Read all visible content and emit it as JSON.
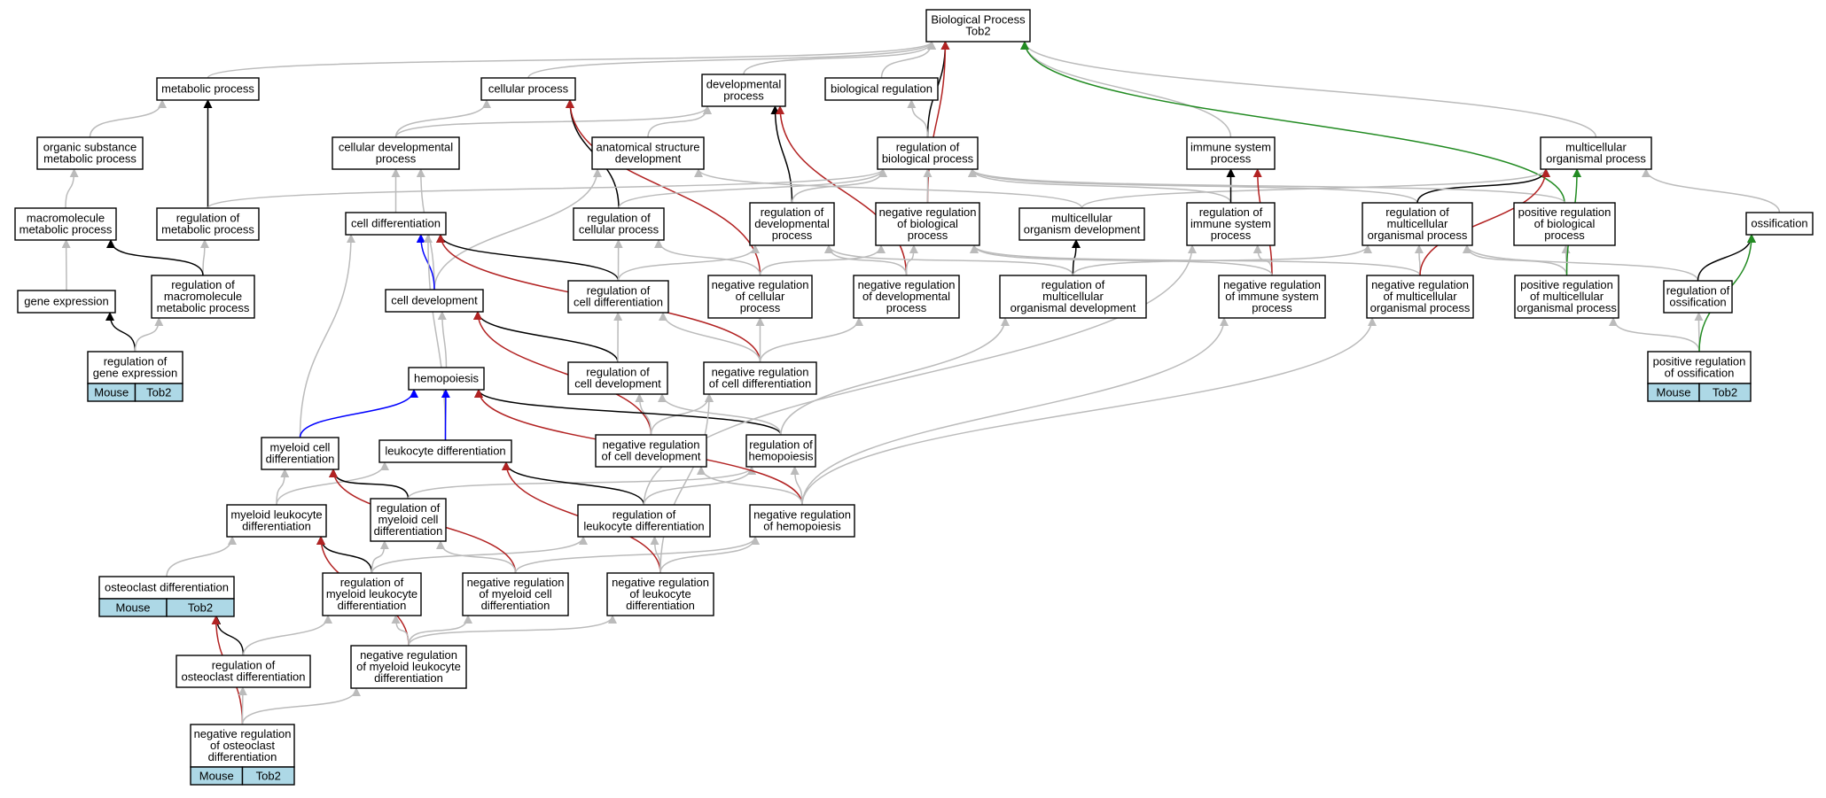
{
  "graph_title": "Biological Process Tob2",
  "colors": {
    "is_a": "#bbbbbb",
    "part_of": "#0000ff",
    "regulates": "#000000",
    "negatively_regulates": "#b22222",
    "positively_regulates": "#228b22",
    "annotation_fill": "#add8e6"
  },
  "nodes": [
    {
      "id": "root",
      "lines": [
        "Biological Process",
        "Tob2"
      ]
    },
    {
      "id": "metabolic_process",
      "lines": [
        "metabolic process"
      ]
    },
    {
      "id": "cellular_process",
      "lines": [
        "cellular process"
      ]
    },
    {
      "id": "developmental_process",
      "lines": [
        "developmental",
        "process"
      ]
    },
    {
      "id": "biological_regulation",
      "lines": [
        "biological regulation"
      ]
    },
    {
      "id": "organic_substance",
      "lines": [
        "organic substance",
        "metabolic process"
      ]
    },
    {
      "id": "cellular_dev_process",
      "lines": [
        "cellular developmental",
        "process"
      ]
    },
    {
      "id": "anatomical_structure",
      "lines": [
        "anatomical structure",
        "development"
      ]
    },
    {
      "id": "reg_bio_process",
      "lines": [
        "regulation of",
        "biological process"
      ]
    },
    {
      "id": "immune_system_process",
      "lines": [
        "immune system",
        "process"
      ]
    },
    {
      "id": "multicellular_organismal",
      "lines": [
        "multicellular",
        "organismal process"
      ]
    },
    {
      "id": "macromolecule",
      "lines": [
        "macromolecule",
        "metabolic process"
      ]
    },
    {
      "id": "reg_metabolic",
      "lines": [
        "regulation of",
        "metabolic process"
      ]
    },
    {
      "id": "cell_differentiation",
      "lines": [
        "cell differentiation"
      ]
    },
    {
      "id": "reg_cellular_process",
      "lines": [
        "regulation of",
        "cellular process"
      ]
    },
    {
      "id": "reg_developmental",
      "lines": [
        "regulation of",
        "developmental",
        "process"
      ]
    },
    {
      "id": "neg_reg_bio",
      "lines": [
        "negative regulation",
        "of biological",
        "process"
      ]
    },
    {
      "id": "multicellular_org_dev",
      "lines": [
        "multicellular",
        "organism development"
      ]
    },
    {
      "id": "reg_immune",
      "lines": [
        "regulation of",
        "immune system",
        "process"
      ]
    },
    {
      "id": "reg_multicellular",
      "lines": [
        "regulation of",
        "multicellular",
        "organismal process"
      ]
    },
    {
      "id": "pos_reg_bio",
      "lines": [
        "positive regulation",
        "of biological",
        "process"
      ]
    },
    {
      "id": "ossification",
      "lines": [
        "ossification"
      ]
    },
    {
      "id": "gene_expression",
      "lines": [
        "gene expression"
      ]
    },
    {
      "id": "reg_macromolecule",
      "lines": [
        "regulation of",
        "macromolecule",
        "metabolic process"
      ]
    },
    {
      "id": "cell_development",
      "lines": [
        "cell development"
      ]
    },
    {
      "id": "reg_cell_diff",
      "lines": [
        "regulation of",
        "cell differentiation"
      ]
    },
    {
      "id": "neg_reg_cellular",
      "lines": [
        "negative regulation",
        "of cellular",
        "process"
      ]
    },
    {
      "id": "neg_reg_developmental",
      "lines": [
        "negative regulation",
        "of developmental",
        "process"
      ]
    },
    {
      "id": "reg_multicellular_dev",
      "lines": [
        "regulation of",
        "multicellular",
        "organismal development"
      ]
    },
    {
      "id": "neg_reg_immune",
      "lines": [
        "negative regulation",
        "of immune system",
        "process"
      ]
    },
    {
      "id": "neg_reg_multicellular",
      "lines": [
        "negative regulation",
        "of multicellular",
        "organismal process"
      ]
    },
    {
      "id": "pos_reg_multicellular",
      "lines": [
        "positive regulation",
        "of multicellular",
        "organismal process"
      ]
    },
    {
      "id": "reg_ossification",
      "lines": [
        "regulation of",
        "ossification"
      ]
    },
    {
      "id": "reg_gene_expression",
      "lines": [
        "regulation of",
        "gene expression"
      ],
      "annotation": [
        "Mouse",
        "Tob2"
      ]
    },
    {
      "id": "hemopoiesis",
      "lines": [
        "hemopoiesis"
      ]
    },
    {
      "id": "reg_cell_development",
      "lines": [
        "regulation of",
        "cell development"
      ]
    },
    {
      "id": "neg_reg_cell_diff",
      "lines": [
        "negative regulation",
        "of cell differentiation"
      ]
    },
    {
      "id": "pos_reg_ossification",
      "lines": [
        "positive regulation",
        "of ossification"
      ],
      "annotation": [
        "Mouse",
        "Tob2"
      ]
    },
    {
      "id": "myeloid_cell_diff",
      "lines": [
        "myeloid cell",
        "differentiation"
      ]
    },
    {
      "id": "leukocyte_diff",
      "lines": [
        "leukocyte differentiation"
      ]
    },
    {
      "id": "neg_reg_cell_dev",
      "lines": [
        "negative regulation",
        "of cell development"
      ]
    },
    {
      "id": "reg_hemopoiesis",
      "lines": [
        "regulation of",
        "hemopoiesis"
      ]
    },
    {
      "id": "myeloid_leukocyte_diff",
      "lines": [
        "myeloid leukocyte",
        "differentiation"
      ]
    },
    {
      "id": "reg_myeloid_cell_diff",
      "lines": [
        "regulation of",
        "myeloid cell",
        "differentiation"
      ]
    },
    {
      "id": "reg_leukocyte_diff",
      "lines": [
        "regulation of",
        "leukocyte differentiation"
      ]
    },
    {
      "id": "neg_reg_hemopoiesis",
      "lines": [
        "negative regulation",
        "of hemopoiesis"
      ]
    },
    {
      "id": "osteoclast_diff",
      "lines": [
        "osteoclast differentiation"
      ],
      "annotation": [
        "Mouse",
        "Tob2"
      ]
    },
    {
      "id": "reg_myeloid_leukocyte_diff",
      "lines": [
        "regulation of",
        "myeloid leukocyte",
        "differentiation"
      ]
    },
    {
      "id": "neg_reg_myeloid_cell_diff",
      "lines": [
        "negative regulation",
        "of myeloid cell",
        "differentiation"
      ]
    },
    {
      "id": "neg_reg_leukocyte_diff",
      "lines": [
        "negative regulation",
        "of leukocyte",
        "differentiation"
      ]
    },
    {
      "id": "reg_osteoclast_diff",
      "lines": [
        "regulation of",
        "osteoclast differentiation"
      ]
    },
    {
      "id": "neg_reg_myeloid_leukocyte_diff",
      "lines": [
        "negative regulation",
        "of myeloid leukocyte",
        "differentiation"
      ]
    },
    {
      "id": "neg_reg_osteoclast_diff",
      "lines": [
        "negative regulation",
        "of osteoclast",
        "differentiation"
      ],
      "annotation": [
        "Mouse",
        "Tob2"
      ]
    }
  ],
  "edges": [
    {
      "from": "metabolic_process",
      "to": "root",
      "type": "is_a"
    },
    {
      "from": "cellular_process",
      "to": "root",
      "type": "is_a"
    },
    {
      "from": "developmental_process",
      "to": "root",
      "type": "is_a"
    },
    {
      "from": "biological_regulation",
      "to": "root",
      "type": "is_a"
    },
    {
      "from": "reg_bio_process",
      "to": "root",
      "type": "regulates"
    },
    {
      "from": "neg_reg_bio",
      "to": "root",
      "type": "negatively_regulates"
    },
    {
      "from": "immune_system_process",
      "to": "root",
      "type": "is_a"
    },
    {
      "from": "multicellular_organismal",
      "to": "root",
      "type": "is_a"
    },
    {
      "from": "pos_reg_bio",
      "to": "root",
      "type": "positively_regulates"
    },
    {
      "from": "organic_substance",
      "to": "metabolic_process",
      "type": "is_a"
    },
    {
      "from": "reg_metabolic",
      "to": "metabolic_process",
      "type": "regulates"
    },
    {
      "from": "cellular_dev_process",
      "to": "cellular_process",
      "type": "is_a"
    },
    {
      "from": "cellular_dev_process",
      "to": "developmental_process",
      "type": "is_a"
    },
    {
      "from": "anatomical_structure",
      "to": "developmental_process",
      "type": "is_a"
    },
    {
      "from": "reg_cellular_process",
      "to": "cellular_process",
      "type": "regulates"
    },
    {
      "from": "reg_developmental",
      "to": "developmental_process",
      "type": "regulates"
    },
    {
      "from": "neg_reg_cellular",
      "to": "cellular_process",
      "type": "negatively_regulates"
    },
    {
      "from": "neg_reg_developmental",
      "to": "developmental_process",
      "type": "negatively_regulates"
    },
    {
      "from": "reg_bio_process",
      "to": "biological_regulation",
      "type": "is_a"
    },
    {
      "from": "macromolecule",
      "to": "organic_substance",
      "type": "is_a"
    },
    {
      "from": "reg_metabolic",
      "to": "reg_bio_process",
      "type": "is_a"
    },
    {
      "from": "reg_macromolecule",
      "to": "reg_metabolic",
      "type": "is_a"
    },
    {
      "from": "reg_macromolecule",
      "to": "macromolecule",
      "type": "regulates"
    },
    {
      "from": "gene_expression",
      "to": "macromolecule",
      "type": "is_a"
    },
    {
      "from": "reg_gene_expression",
      "to": "gene_expression",
      "type": "regulates"
    },
    {
      "from": "reg_gene_expression",
      "to": "reg_macromolecule",
      "type": "is_a"
    },
    {
      "from": "cell_differentiation",
      "to": "cellular_dev_process",
      "type": "is_a"
    },
    {
      "from": "cell_development",
      "to": "cellular_dev_process",
      "type": "is_a"
    },
    {
      "from": "cell_development",
      "to": "anatomical_structure",
      "type": "is_a"
    },
    {
      "from": "cell_development",
      "to": "cell_differentiation",
      "type": "part_of"
    },
    {
      "from": "reg_cellular_process",
      "to": "reg_bio_process",
      "type": "is_a"
    },
    {
      "from": "reg_developmental",
      "to": "reg_bio_process",
      "type": "is_a"
    },
    {
      "from": "neg_reg_bio",
      "to": "reg_bio_process",
      "type": "is_a"
    },
    {
      "from": "multicellular_org_dev",
      "to": "anatomical_structure",
      "type": "is_a"
    },
    {
      "from": "multicellular_org_dev",
      "to": "multicellular_organismal",
      "type": "is_a"
    },
    {
      "from": "reg_immune",
      "to": "reg_bio_process",
      "type": "is_a"
    },
    {
      "from": "reg_immune",
      "to": "immune_system_process",
      "type": "regulates"
    },
    {
      "from": "reg_multicellular",
      "to": "reg_bio_process",
      "type": "is_a"
    },
    {
      "from": "reg_multicellular",
      "to": "multicellular_organismal",
      "type": "regulates"
    },
    {
      "from": "pos_reg_bio",
      "to": "reg_bio_process",
      "type": "is_a"
    },
    {
      "from": "ossification",
      "to": "multicellular_organismal",
      "type": "is_a"
    },
    {
      "from": "reg_cell_diff",
      "to": "cell_differentiation",
      "type": "regulates"
    },
    {
      "from": "reg_cell_diff",
      "to": "reg_cellular_process",
      "type": "is_a"
    },
    {
      "from": "reg_cell_diff",
      "to": "reg_developmental",
      "type": "is_a"
    },
    {
      "from": "neg_reg_cellular",
      "to": "reg_cellular_process",
      "type": "is_a"
    },
    {
      "from": "neg_reg_cellular",
      "to": "neg_reg_bio",
      "type": "is_a"
    },
    {
      "from": "neg_reg_developmental",
      "to": "reg_developmental",
      "type": "is_a"
    },
    {
      "from": "neg_reg_developmental",
      "to": "neg_reg_bio",
      "type": "is_a"
    },
    {
      "from": "reg_multicellular_dev",
      "to": "reg_developmental",
      "type": "is_a"
    },
    {
      "from": "reg_multicellular_dev",
      "to": "multicellular_org_dev",
      "type": "regulates"
    },
    {
      "from": "reg_multicellular_dev",
      "to": "reg_multicellular",
      "type": "is_a"
    },
    {
      "from": "neg_reg_immune",
      "to": "reg_immune",
      "type": "is_a"
    },
    {
      "from": "neg_reg_immune",
      "to": "immune_system_process",
      "type": "negatively_regulates"
    },
    {
      "from": "neg_reg_immune",
      "to": "neg_reg_bio",
      "type": "is_a"
    },
    {
      "from": "neg_reg_multicellular",
      "to": "reg_multicellular",
      "type": "is_a"
    },
    {
      "from": "neg_reg_multicellular",
      "to": "neg_reg_bio",
      "type": "is_a"
    },
    {
      "from": "neg_reg_multicellular",
      "to": "multicellular_organismal",
      "type": "negatively_regulates"
    },
    {
      "from": "pos_reg_multicellular",
      "to": "reg_multicellular",
      "type": "is_a"
    },
    {
      "from": "pos_reg_multicellular",
      "to": "pos_reg_bio",
      "type": "is_a"
    },
    {
      "from": "pos_reg_multicellular",
      "to": "multicellular_organismal",
      "type": "positively_regulates"
    },
    {
      "from": "reg_ossification",
      "to": "reg_multicellular",
      "type": "is_a"
    },
    {
      "from": "reg_ossification",
      "to": "ossification",
      "type": "regulates"
    },
    {
      "from": "reg_cell_development",
      "to": "cell_development",
      "type": "regulates"
    },
    {
      "from": "reg_cell_development",
      "to": "reg_cell_diff",
      "type": "is_a"
    },
    {
      "from": "neg_reg_cell_diff",
      "to": "cell_differentiation",
      "type": "negatively_regulates"
    },
    {
      "from": "neg_reg_cell_diff",
      "to": "reg_cell_diff",
      "type": "is_a"
    },
    {
      "from": "neg_reg_cell_diff",
      "to": "neg_reg_cellular",
      "type": "is_a"
    },
    {
      "from": "neg_reg_cell_diff",
      "to": "neg_reg_developmental",
      "type": "is_a"
    },
    {
      "from": "pos_reg_ossification",
      "to": "reg_ossification",
      "type": "is_a"
    },
    {
      "from": "pos_reg_ossification",
      "to": "pos_reg_multicellular",
      "type": "is_a"
    },
    {
      "from": "pos_reg_ossification",
      "to": "ossification",
      "type": "positively_regulates"
    },
    {
      "from": "hemopoiesis",
      "to": "cell_development",
      "type": "is_a"
    },
    {
      "from": "myeloid_cell_diff",
      "to": "cell_differentiation",
      "type": "is_a"
    },
    {
      "from": "myeloid_cell_diff",
      "to": "hemopoiesis",
      "type": "part_of"
    },
    {
      "from": "leukocyte_diff",
      "to": "cell_differentiation",
      "type": "is_a"
    },
    {
      "from": "leukocyte_diff",
      "to": "hemopoiesis",
      "type": "part_of"
    },
    {
      "from": "neg_reg_cell_dev",
      "to": "cell_development",
      "type": "negatively_regulates"
    },
    {
      "from": "neg_reg_cell_dev",
      "to": "reg_cell_development",
      "type": "is_a"
    },
    {
      "from": "neg_reg_cell_dev",
      "to": "neg_reg_cell_diff",
      "type": "is_a"
    },
    {
      "from": "reg_hemopoiesis",
      "to": "hemopoiesis",
      "type": "regulates"
    },
    {
      "from": "reg_hemopoiesis",
      "to": "reg_cell_development",
      "type": "is_a"
    },
    {
      "from": "reg_hemopoiesis",
      "to": "reg_multicellular_dev",
      "type": "is_a"
    },
    {
      "from": "myeloid_leukocyte_diff",
      "to": "myeloid_cell_diff",
      "type": "is_a"
    },
    {
      "from": "myeloid_leukocyte_diff",
      "to": "leukocyte_diff",
      "type": "is_a"
    },
    {
      "from": "reg_myeloid_cell_diff",
      "to": "myeloid_cell_diff",
      "type": "regulates"
    },
    {
      "from": "reg_myeloid_cell_diff",
      "to": "reg_hemopoiesis",
      "type": "is_a"
    },
    {
      "from": "reg_leukocyte_diff",
      "to": "leukocyte_diff",
      "type": "regulates"
    },
    {
      "from": "reg_leukocyte_diff",
      "to": "reg_hemopoiesis",
      "type": "is_a"
    },
    {
      "from": "reg_leukocyte_diff",
      "to": "reg_immune",
      "type": "is_a"
    },
    {
      "from": "neg_reg_hemopoiesis",
      "to": "hemopoiesis",
      "type": "negatively_regulates"
    },
    {
      "from": "neg_reg_hemopoiesis",
      "to": "reg_hemopoiesis",
      "type": "is_a"
    },
    {
      "from": "neg_reg_hemopoiesis",
      "to": "neg_reg_cell_dev",
      "type": "is_a"
    },
    {
      "from": "neg_reg_hemopoiesis",
      "to": "neg_reg_immune",
      "type": "is_a"
    },
    {
      "from": "neg_reg_hemopoiesis",
      "to": "neg_reg_multicellular",
      "type": "is_a"
    },
    {
      "from": "osteoclast_diff",
      "to": "myeloid_leukocyte_diff",
      "type": "is_a"
    },
    {
      "from": "reg_myeloid_leukocyte_diff",
      "to": "myeloid_leukocyte_diff",
      "type": "regulates"
    },
    {
      "from": "reg_myeloid_leukocyte_diff",
      "to": "reg_myeloid_cell_diff",
      "type": "is_a"
    },
    {
      "from": "reg_myeloid_leukocyte_diff",
      "to": "reg_leukocyte_diff",
      "type": "is_a"
    },
    {
      "from": "neg_reg_myeloid_cell_diff",
      "to": "myeloid_cell_diff",
      "type": "negatively_regulates"
    },
    {
      "from": "neg_reg_myeloid_cell_diff",
      "to": "reg_myeloid_cell_diff",
      "type": "is_a"
    },
    {
      "from": "neg_reg_myeloid_cell_diff",
      "to": "neg_reg_hemopoiesis",
      "type": "is_a"
    },
    {
      "from": "neg_reg_leukocyte_diff",
      "to": "leukocyte_diff",
      "type": "negatively_regulates"
    },
    {
      "from": "neg_reg_leukocyte_diff",
      "to": "reg_leukocyte_diff",
      "type": "is_a"
    },
    {
      "from": "neg_reg_leukocyte_diff",
      "to": "neg_reg_hemopoiesis",
      "type": "is_a"
    },
    {
      "from": "neg_reg_leukocyte_diff",
      "to": "neg_reg_cell_diff",
      "type": "is_a"
    },
    {
      "from": "reg_osteoclast_diff",
      "to": "osteoclast_diff",
      "type": "regulates"
    },
    {
      "from": "reg_osteoclast_diff",
      "to": "reg_myeloid_leukocyte_diff",
      "type": "is_a"
    },
    {
      "from": "neg_reg_myeloid_leukocyte_diff",
      "to": "myeloid_leukocyte_diff",
      "type": "negatively_regulates"
    },
    {
      "from": "neg_reg_myeloid_leukocyte_diff",
      "to": "reg_myeloid_leukocyte_diff",
      "type": "is_a"
    },
    {
      "from": "neg_reg_myeloid_leukocyte_diff",
      "to": "neg_reg_myeloid_cell_diff",
      "type": "is_a"
    },
    {
      "from": "neg_reg_myeloid_leukocyte_diff",
      "to": "neg_reg_leukocyte_diff",
      "type": "is_a"
    },
    {
      "from": "neg_reg_osteoclast_diff",
      "to": "osteoclast_diff",
      "type": "negatively_regulates"
    },
    {
      "from": "neg_reg_osteoclast_diff",
      "to": "reg_osteoclast_diff",
      "type": "is_a"
    },
    {
      "from": "neg_reg_osteoclast_diff",
      "to": "neg_reg_myeloid_leukocyte_diff",
      "type": "is_a"
    }
  ]
}
